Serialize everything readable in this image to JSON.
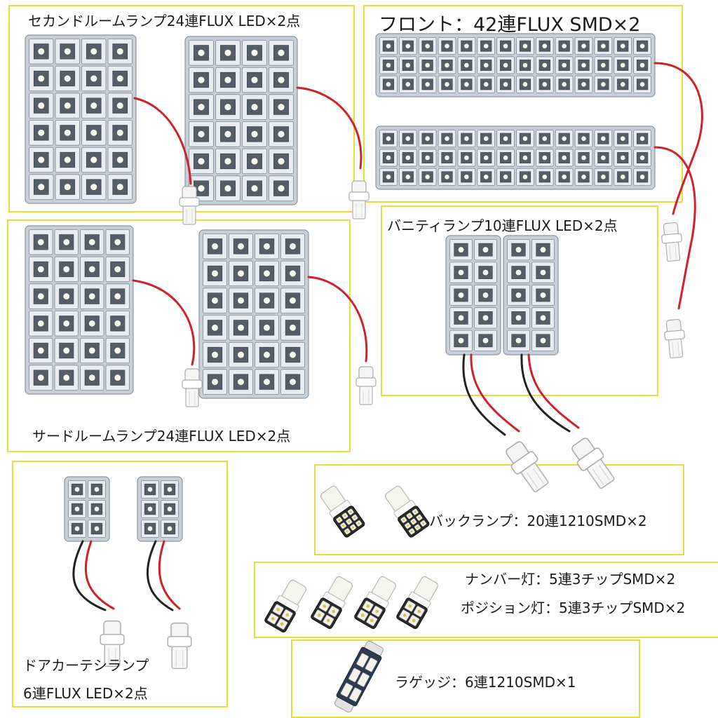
{
  "colors": {
    "frame": "#e6dc3a",
    "wire_red": "#d0212b",
    "wire_black": "#222222",
    "board": "#c9cfd6"
  },
  "icons": [
    "led-panel-icon",
    "t10-socket-icon",
    "t10-bulb-icon",
    "festoon-bulb-icon"
  ],
  "sections": {
    "second": {
      "label": "セカンドルームランプ24連FLUX LED×2点"
    },
    "third": {
      "label": "サードルームランプ24連FLUX LED×2点"
    },
    "front": {
      "label": "フロント：42連FLUX SMD×2"
    },
    "vanity": {
      "label": "バニティランプ10連FLUX LED×2点"
    },
    "door": {
      "label_line1": "ドアカーテシランプ",
      "label_line2": "6連FLUX LED×2点"
    },
    "back": {
      "label": "バックランプ：20連1210SMD×2"
    },
    "number": {
      "label": "ナンバー灯：5連3チップSMD×2"
    },
    "position": {
      "label": "ポジション灯：5連3チップSMD×2"
    },
    "luggage": {
      "label": "ラゲッジ：6連1210SMD×1"
    }
  }
}
